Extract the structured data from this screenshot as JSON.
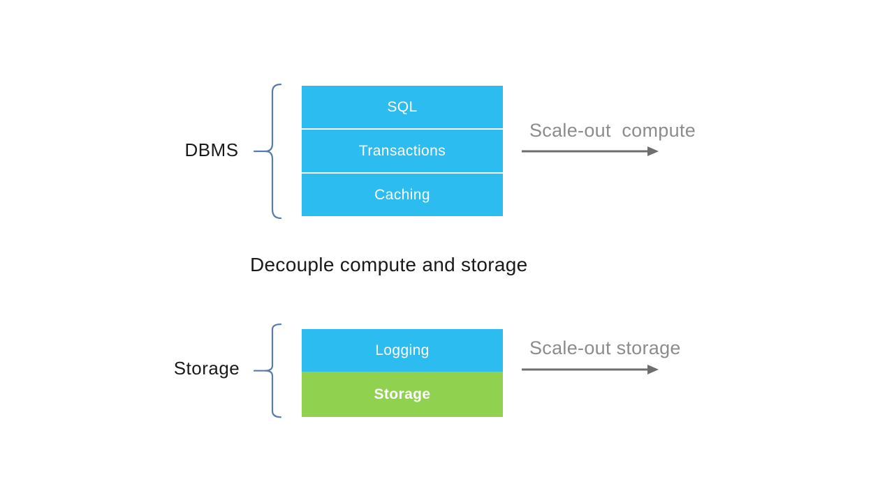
{
  "colors": {
    "box_blue": "#2cbcef",
    "box_green": "#90d150",
    "brace": "#5b79b1",
    "arrow": "#6e6e6e",
    "muted_text": "#8c8c8c",
    "text": "#1a1a1a"
  },
  "diagram": {
    "title": "Decouple compute and storage",
    "compute": {
      "label": "DBMS",
      "layers": [
        "SQL",
        "Transactions",
        "Caching"
      ],
      "arrow_label": "Scale-out  compute"
    },
    "storage": {
      "label": "Storage",
      "layers": [
        "Logging",
        "Storage"
      ],
      "arrow_label": "Scale-out storage"
    }
  }
}
